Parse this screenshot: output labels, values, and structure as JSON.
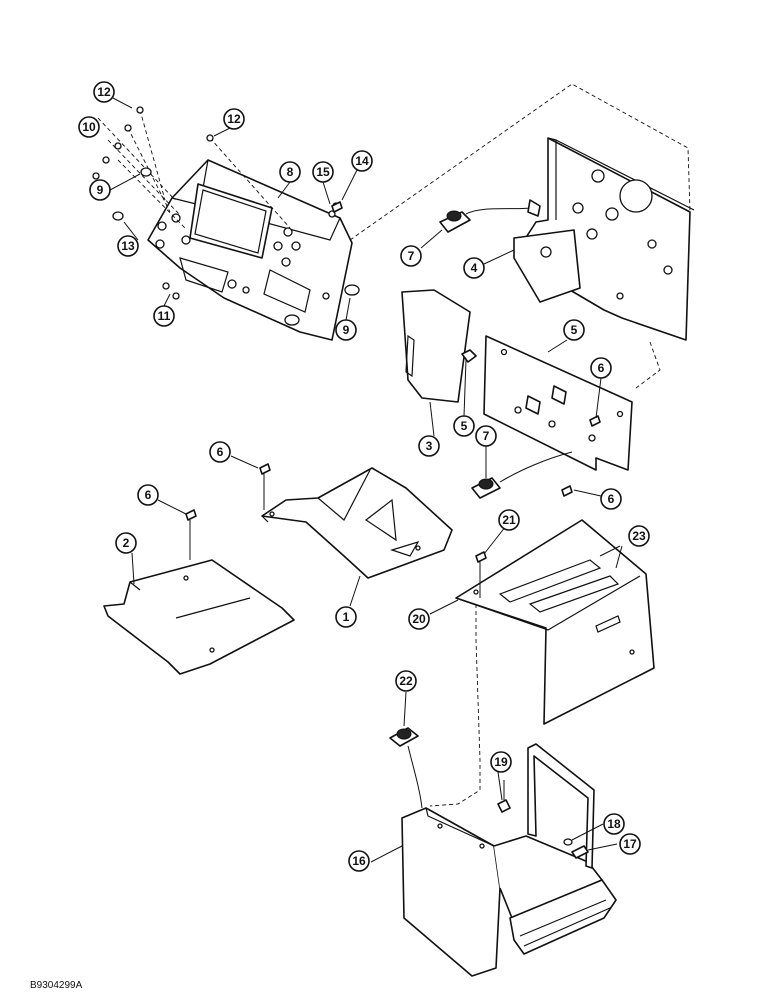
{
  "figure_id": "B9304299A",
  "callouts": [
    {
      "id": "c12a",
      "label": "12"
    },
    {
      "id": "c10",
      "label": "10"
    },
    {
      "id": "c12b",
      "label": "12"
    },
    {
      "id": "c8",
      "label": "8"
    },
    {
      "id": "c15",
      "label": "15"
    },
    {
      "id": "c14",
      "label": "14"
    },
    {
      "id": "c9a",
      "label": "9"
    },
    {
      "id": "c13",
      "label": "13"
    },
    {
      "id": "c11",
      "label": "11"
    },
    {
      "id": "c9b",
      "label": "9"
    },
    {
      "id": "c7a",
      "label": "7"
    },
    {
      "id": "c4",
      "label": "4"
    },
    {
      "id": "c5a",
      "label": "5"
    },
    {
      "id": "c6a",
      "label": "6"
    },
    {
      "id": "c5b",
      "label": "5"
    },
    {
      "id": "c3",
      "label": "3"
    },
    {
      "id": "c7b",
      "label": "7"
    },
    {
      "id": "c6b",
      "label": "6"
    },
    {
      "id": "c6c",
      "label": "6"
    },
    {
      "id": "c6d",
      "label": "6"
    },
    {
      "id": "c2",
      "label": "2"
    },
    {
      "id": "c1",
      "label": "1"
    },
    {
      "id": "c21",
      "label": "21"
    },
    {
      "id": "c23",
      "label": "23"
    },
    {
      "id": "c20",
      "label": "20"
    },
    {
      "id": "c22",
      "label": "22"
    },
    {
      "id": "c19",
      "label": "19"
    },
    {
      "id": "c18",
      "label": "18"
    },
    {
      "id": "c17",
      "label": "17"
    },
    {
      "id": "c16",
      "label": "16"
    }
  ]
}
